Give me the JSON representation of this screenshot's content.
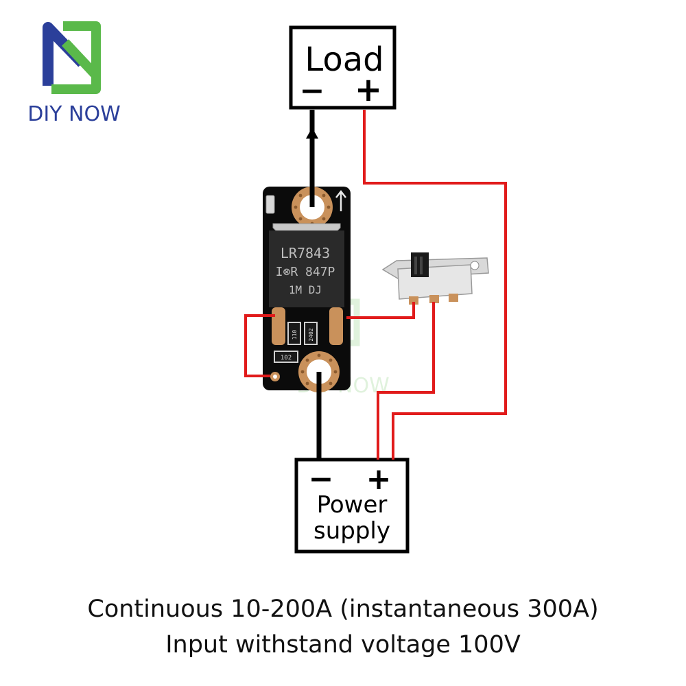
{
  "brand": {
    "name": "DIY NOW",
    "watermark": "DIY NOW"
  },
  "load_box": {
    "title": "Load",
    "minus": "−",
    "plus": "+"
  },
  "power_box": {
    "minus": "−",
    "plus": "+",
    "line1": "Power",
    "line2": "supply"
  },
  "mosfet": {
    "line1": "LR7843",
    "line2": "I⊗R 847P",
    "line3": "1M  DJ"
  },
  "resistors": {
    "r1": "110",
    "r2": "2402",
    "r3": "102"
  },
  "captions": {
    "line1": "Continuous 10-200A (instantaneous 300A)",
    "line2": "Input withstand voltage 100V"
  },
  "colors": {
    "wire_red": "#e11b1b",
    "wire_black": "#000000",
    "brand_blue": "#2b3f9a",
    "brand_green": "#5ab94a",
    "pcb": "#0b0b0b",
    "copper": "#c9915b"
  },
  "icons": {
    "logo": "diy-now-logo-icon",
    "arrow": "up-arrow-icon",
    "switch": "slide-switch-icon"
  }
}
